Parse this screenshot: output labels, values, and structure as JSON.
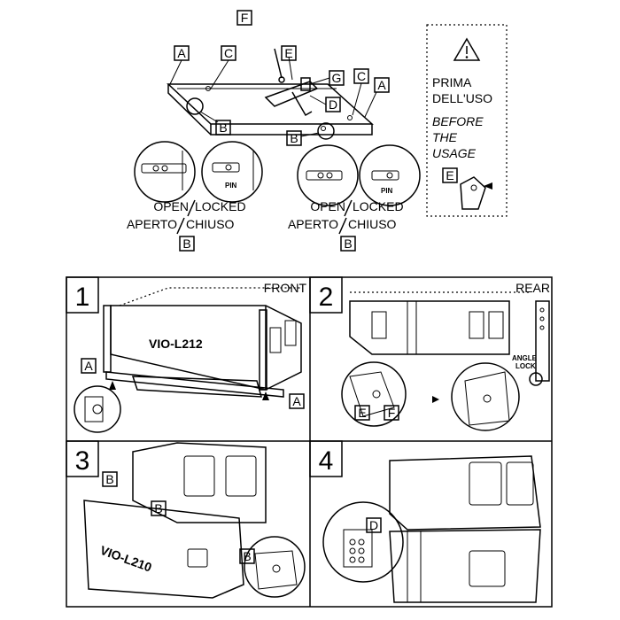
{
  "top": {
    "callouts": [
      "A",
      "C",
      "F",
      "E",
      "G",
      "D",
      "C",
      "A",
      "B",
      "B"
    ],
    "left_pair": {
      "open": "OPEN",
      "locked": "LOCKED",
      "aperto": "APERTO",
      "chiuso": "CHIUSO",
      "ref": "B",
      "pin": "PIN"
    },
    "right_pair": {
      "open": "OPEN",
      "locked": "LOCKED",
      "aperto": "APERTO",
      "chiuso": "CHIUSO",
      "ref": "B",
      "pin": "PIN"
    },
    "warning": {
      "line1": "PRIMA",
      "line2": "DELL'USO",
      "line3": "BEFORE",
      "line4": "THE",
      "line5": "USAGE",
      "ref": "E"
    }
  },
  "panels": [
    {
      "number": "1",
      "title": "FRONT",
      "model": "VIO-L212",
      "refs": [
        "A",
        "A"
      ]
    },
    {
      "number": "2",
      "title": "REAR",
      "note1": "ANGLE",
      "note2": "LOCK",
      "refs": [
        "E",
        "F"
      ]
    },
    {
      "number": "3",
      "title": "",
      "model": "VIO-L210",
      "refs": [
        "B",
        "B",
        "B"
      ]
    },
    {
      "number": "4",
      "title": "",
      "refs": [
        "D"
      ]
    }
  ]
}
